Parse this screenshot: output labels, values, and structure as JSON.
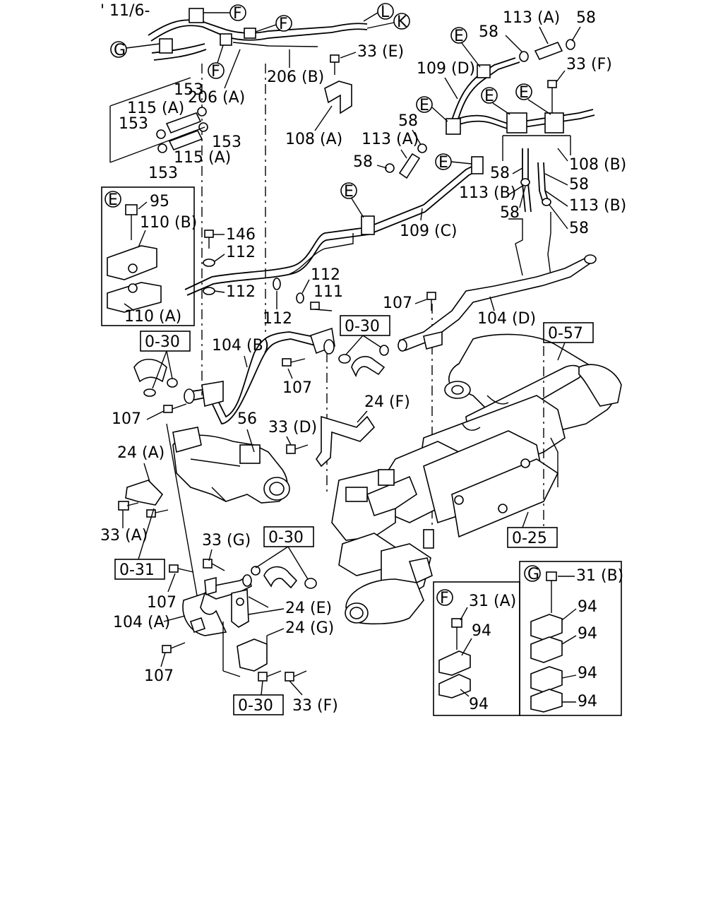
{
  "header": {
    "date_code": "' 11/6-"
  },
  "circle_labels": {
    "F": "F",
    "L": "L",
    "K": "K",
    "G": "G",
    "E": "E"
  },
  "part_labels": {
    "p206A": "206 (A)",
    "p206B": "206 (B)",
    "p33E": "33 (E)",
    "p33F": "33 (F)",
    "p33D": "33 (D)",
    "p33A": "33 (A)",
    "p33G": "33 (G)",
    "p108A": "108 (A)",
    "p108B": "108 (B)",
    "p109D": "109 (D)",
    "p109C": "109 (C)",
    "p113A": "113 (A)",
    "p113B": "113 (B)",
    "p58": "58",
    "p153": "153",
    "p115A": "115 (A)",
    "p95": "95",
    "p110B": "110 (B)",
    "p110A": "110 (A)",
    "p146": "146",
    "p112": "112",
    "p111": "111",
    "p107": "107",
    "p104D": "104 (D)",
    "p104B": "104 (B)",
    "p104A": "104 (A)",
    "p24F": "24 (F)",
    "p24A": "24 (A)",
    "p24E": "24 (E)",
    "p24G": "24 (G)",
    "p56": "56",
    "p31A": "31 (A)",
    "p31B": "31 (B)",
    "p94": "94"
  },
  "ref_boxes": {
    "r030": "0-30",
    "r057": "0-57",
    "r025": "0-25",
    "r031": "0-31"
  }
}
